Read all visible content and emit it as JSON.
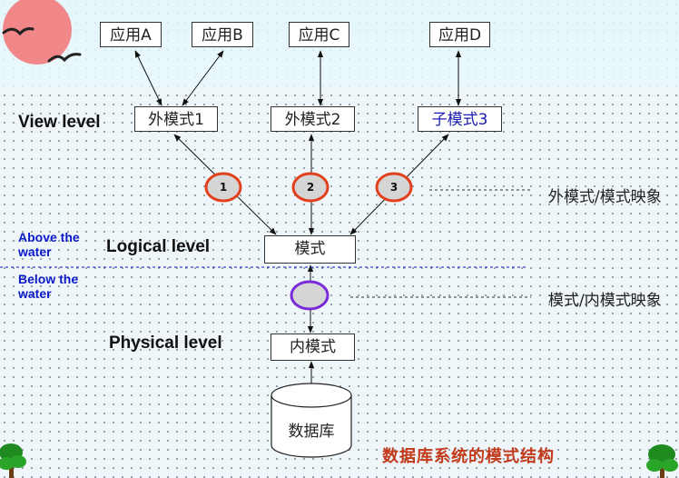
{
  "apps": [
    "应用A",
    "应用B",
    "应用C",
    "应用D"
  ],
  "external_schemas": [
    "外模式1",
    "外模式2",
    "子模式3"
  ],
  "logical_schema": "模式",
  "internal_schema": "内模式",
  "database": "数据库",
  "mappings": [
    "1",
    "2",
    "3"
  ],
  "levels": {
    "view": "View level",
    "logical": "Logical level",
    "physical": "Physical level"
  },
  "water": {
    "above": "Above the water",
    "below": "Below the water"
  },
  "mapping_labels": {
    "external_conceptual": "外模式/模式映象",
    "conceptual_internal": "模式/内模式映象"
  },
  "title": "数据库系统的模式结构",
  "colors": {
    "mapping_circle_stroke": "#e2401c",
    "mapping_circle_fill": "#d5d5d5",
    "internal_mapping_stroke": "#7a2ad8",
    "sun": "#f2878a",
    "water_text": "#0a18c8",
    "title_text": "#c23a1a"
  }
}
